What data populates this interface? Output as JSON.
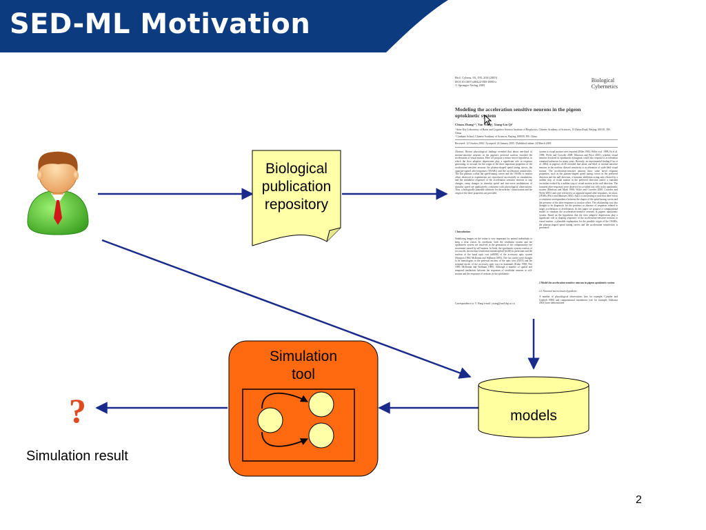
{
  "title": "SED-ML Motivation",
  "page_number": "2",
  "nodes": {
    "repository": {
      "line1": "Biological",
      "line2": "publication",
      "line3": "repository"
    },
    "simulation_tool": {
      "line1": "Simulation",
      "line2": "tool"
    },
    "models": "models",
    "question_mark": "?",
    "simulation_result": "Simulation result"
  },
  "paper": {
    "meta_lines": [
      "Biol. Cybern. 93, 195–204 (2005)",
      "DOI 10.1007/s00422-005-0580-z",
      "© Springer-Verlag 2005"
    ],
    "journal_line1": "Biological",
    "journal_line2": "Cybernetics",
    "title": "Modeling the acceleration sensitive neurons in the pigeon optokinetic system",
    "authors": "Chuan Zhang¹·², Yan Wang¹, Xiang-Lin Qi²",
    "affiliation1": "¹ State Key Laboratory of Brain and Cognitive Science, Institute of Biophysics, Chinese Academy of Sciences, 15 Datun Road, Beijing 100101, P.R. China",
    "affiliation2": "² Graduate School, Chinese Academy of Sciences, Beijing 100039, P.R. China",
    "received": "Received: 12 October 2004 / Accepted: 24 January 2005 / Published online: 24 March 2005",
    "abstract": "Abstract. Recent physiological findings revealed that about one-third of motion-sensitive neurons in the pigeon's pretectal nucleus encoded the acceleration of visual motion. Here we propose a mirror-invert hypothesis, in which the slow adaptive depressions play a significant role in response generating, to account for the origin of the three important properties of the acceleration-sensitive neurons: the plateau-shaped speed tuning curves, the opposite-signed after-responses (OSARs) and the acceleration sensitivities. The flat plateaus within the speed-tuning curves and the OSARs to motion offset observed in experiments are reproduced successfully in simulations, and the simulative responses of the acceleration sensitive neurons to step changes, ramp changes in stimulus speed and sine-wave modulations of stimulus speed are qualitatively consistent with physiological observations. Thus, a biologically plausible substrate for the neurons' classification and the origin of the three properties are provided.",
    "intro_heading": "1 Introduction",
    "intro": "Stabilizing images on the retina is very important for animal individuals to keep a clear vision. In vertebrate, both the vestibular system and the optokinetic system are involved in the generation of the compensatory eye movement caused by self-motion. In birds, the optokinetic system consists of two nuclei, the nucleus lentiformis mesencephali (nLM) in pretectum and the nucleus of the basal optic root (nBOR) of the accessory optic system (Simpson 1984; McKenna and Wallman 1985). The two nuclei were thought to be homologous to the pretectal nucleus of the optic tract (NOT) and the terminal nuclei of the accessory optic tract in mammals (Kubo 1988; Fite 1985; McKenna and Wallman 1985). Although a number of spatial and temporal similarities between the responses of vestibular neurons to self-motion and the responses of neurons in the optokinetic",
    "footnote": "Correspondence to: Y. Wang  e-mail: ywang@sun5.ibp.ac.cn",
    "right_col1": "system to visual motion were reported (Miles 1984; Wylie et al. 1998; Fu et al. 1998; Wylie and Crowder 2000; Ibbotson and Price 2001), whether visual neurons involved in optokinetic nystagmus could also respond to acceleration remained unknown for many years. Recently, an experimental finding (Cao et al. 2004) in pigeon's nLM revealed that about one-third of motion-sensitive neurons in the nucleus showed sensitivity to acceleration of wide-field visual motion. The acceleration-sensitive neurons show some novel response properties, such as the plateau-shaped speed tuning curves in the preferred direction and the null direction, a transient inhibition acting onto elicited by a sudden stop of visual motion in the preferred direction and/or a transient excitation evoked by a sudden stop of visual motion in the null direction. The transient after-responses were observed in so-called fast cells in the optokinetic system (Ibbotson and Mark 1996; Wylie and Crowder 2000; Crowder and Wylie 2001) and were referred to as opposite-signed after-responses, for short, OSARs (Price and Ibbotson 2002). And it is interesting to note that there exists a consistent correspondence between the shapes of the speed tuning curves and the presence of the after-responses to motion offset. The relationship was also thought to be diagnostic for the presence or absence of responses related to target acceleration or deceleration. In this paper we propose a computational model to simulate the acceleration-sensitive neurons in pigeon optokinetic system. Based on the hypothesis that the slow adaptive depressions play a significant role in shaping responses of the acceleration-sensitive neurons to visual motion, a plausible explanation for the possible origin of the OSARs, the plateau-shaped speed tuning curves and the acceleration sensitivities is presented.",
    "right_heading": "2 Model the acceleration-sensitive neurons in pigeon optokinetic system",
    "right_subheading": "2.1 Neuronal microcircuits hypothesis",
    "right_col2": "A number of physiological observations (see for example, Cynader and Gottlieb 1980) and computational simulations (see for example, Ishikawa 2003) have demonstrated"
  },
  "colors": {
    "title_bar": "#0d3b7f",
    "arrow": "#1a2a8a",
    "note_fill": "#ffffa8",
    "sim_tool_fill": "#ff6a10",
    "cylinder_fill": "#ffffa0",
    "question_mark": "#e04a20"
  },
  "icons": [
    "user-avatar-icon",
    "cursor-icon"
  ]
}
